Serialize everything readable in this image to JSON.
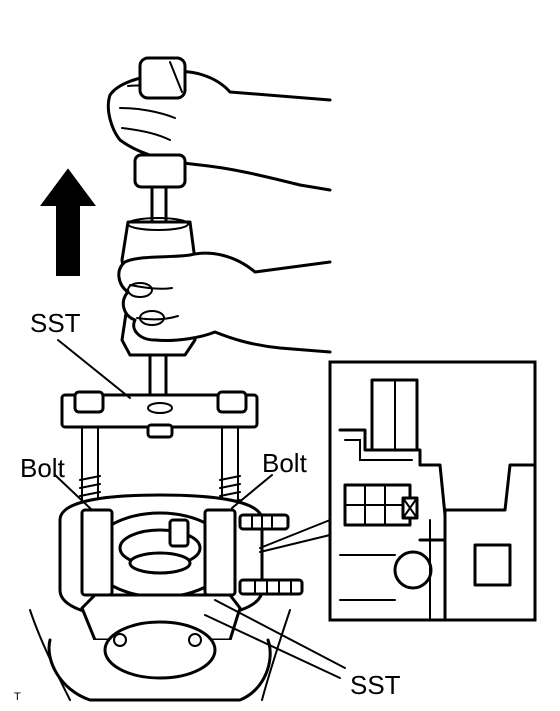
{
  "diagram": {
    "labels": {
      "sst_top": "SST",
      "bolt_left": "Bolt",
      "bolt_right": "Bolt",
      "sst_bottom": "SST",
      "corner_mark": "T"
    },
    "arrow_direction": "up",
    "colors": {
      "ink": "#000000",
      "paper": "#ffffff"
    }
  }
}
